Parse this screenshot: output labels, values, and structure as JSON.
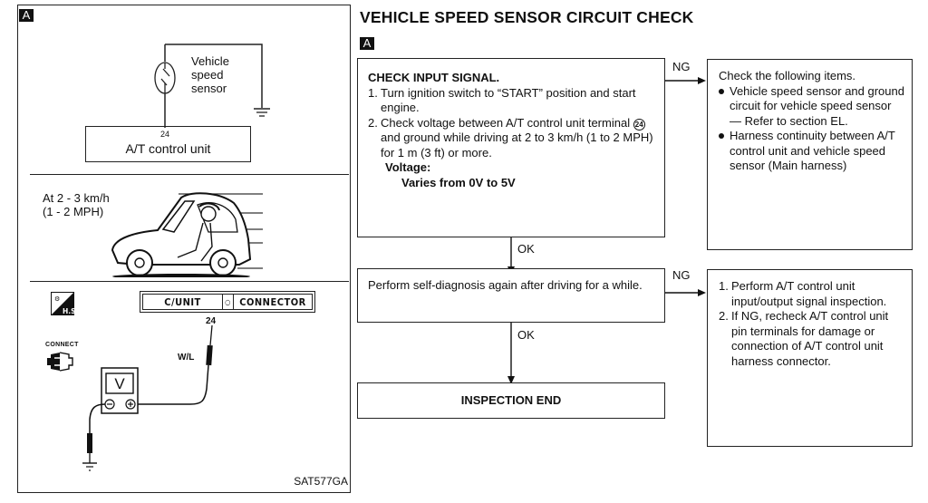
{
  "left_panel": {
    "badge": "A",
    "section1": {
      "sensor_label_lines": [
        "Vehicle",
        "speed",
        "sensor"
      ],
      "terminal": "24",
      "control_unit": "A/T control unit"
    },
    "section2": {
      "speed_kmh": "At 2 - 3 km/h",
      "speed_mph": "(1 - 2 MPH)"
    },
    "section3": {
      "hs_icon_label": "H.S.",
      "connect_label": "CONNECT",
      "connector_left": "C/UNIT",
      "connector_right": "CONNECTOR",
      "terminal": "24",
      "wire_color": "W/L",
      "meter_label": "V",
      "minus_symbol": "⊖",
      "plus_symbol": "⊕"
    },
    "figure_code": "SAT577GA"
  },
  "right_panel": {
    "title": "VEHICLE SPEED SENSOR CIRCUIT CHECK",
    "badge": "A",
    "step1": {
      "heading": "CHECK INPUT SIGNAL.",
      "items": [
        {
          "num": "1.",
          "text": "Turn ignition switch to “START” position and start engine."
        },
        {
          "num": "2.",
          "text_before": "Check voltage between A/T control unit terminal",
          "terminal": "24",
          "text_after": "and ground while driving at 2 to 3 km/h (1 to 2 MPH) for 1 m (3 ft) or more."
        }
      ],
      "spec_label": "Voltage:",
      "spec_value": "Varies from 0V to 5V"
    },
    "ng1_label": "NG",
    "ng1_box": {
      "intro": "Check the following items.",
      "bullets": [
        "Vehicle speed sensor and ground circuit for vehicle speed sensor — Refer to section EL.",
        "Harness continuity between A/T control unit and vehicle speed sensor (Main harness)"
      ]
    },
    "ok1_label": "OK",
    "step2": {
      "text": "Perform self-diagnosis again after driving for a while."
    },
    "ng2_label": "NG",
    "ng2_box": {
      "items": [
        {
          "num": "1.",
          "text": "Perform A/T control unit input/output signal inspection."
        },
        {
          "num": "2.",
          "text": "If NG, recheck A/T control unit pin terminals for damage or connection of A/T control unit harness connector."
        }
      ]
    },
    "ok2_label": "OK",
    "end": "INSPECTION END"
  }
}
